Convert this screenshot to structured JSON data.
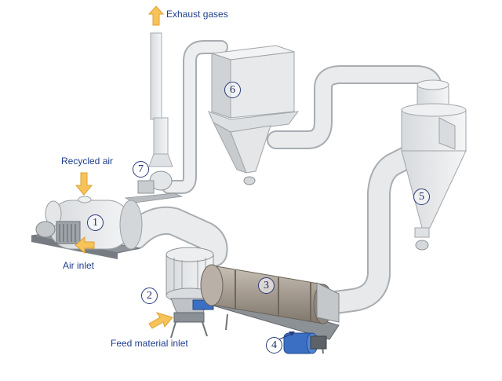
{
  "labels": {
    "exhaust": "Exhaust gases",
    "recycled": "Recycled air",
    "air_inlet": "Air inlet",
    "feed": "Feed material inlet"
  },
  "numbers": [
    "1",
    "2",
    "3",
    "4",
    "5",
    "6",
    "7"
  ],
  "colors": {
    "label_text": "#1f3d8c",
    "arrow_fill": "#f5c35a",
    "arrow_stroke": "#e0a030",
    "equipment": "#e9ebec",
    "drum": "#a79e94",
    "motor": "#3a6fc4"
  }
}
